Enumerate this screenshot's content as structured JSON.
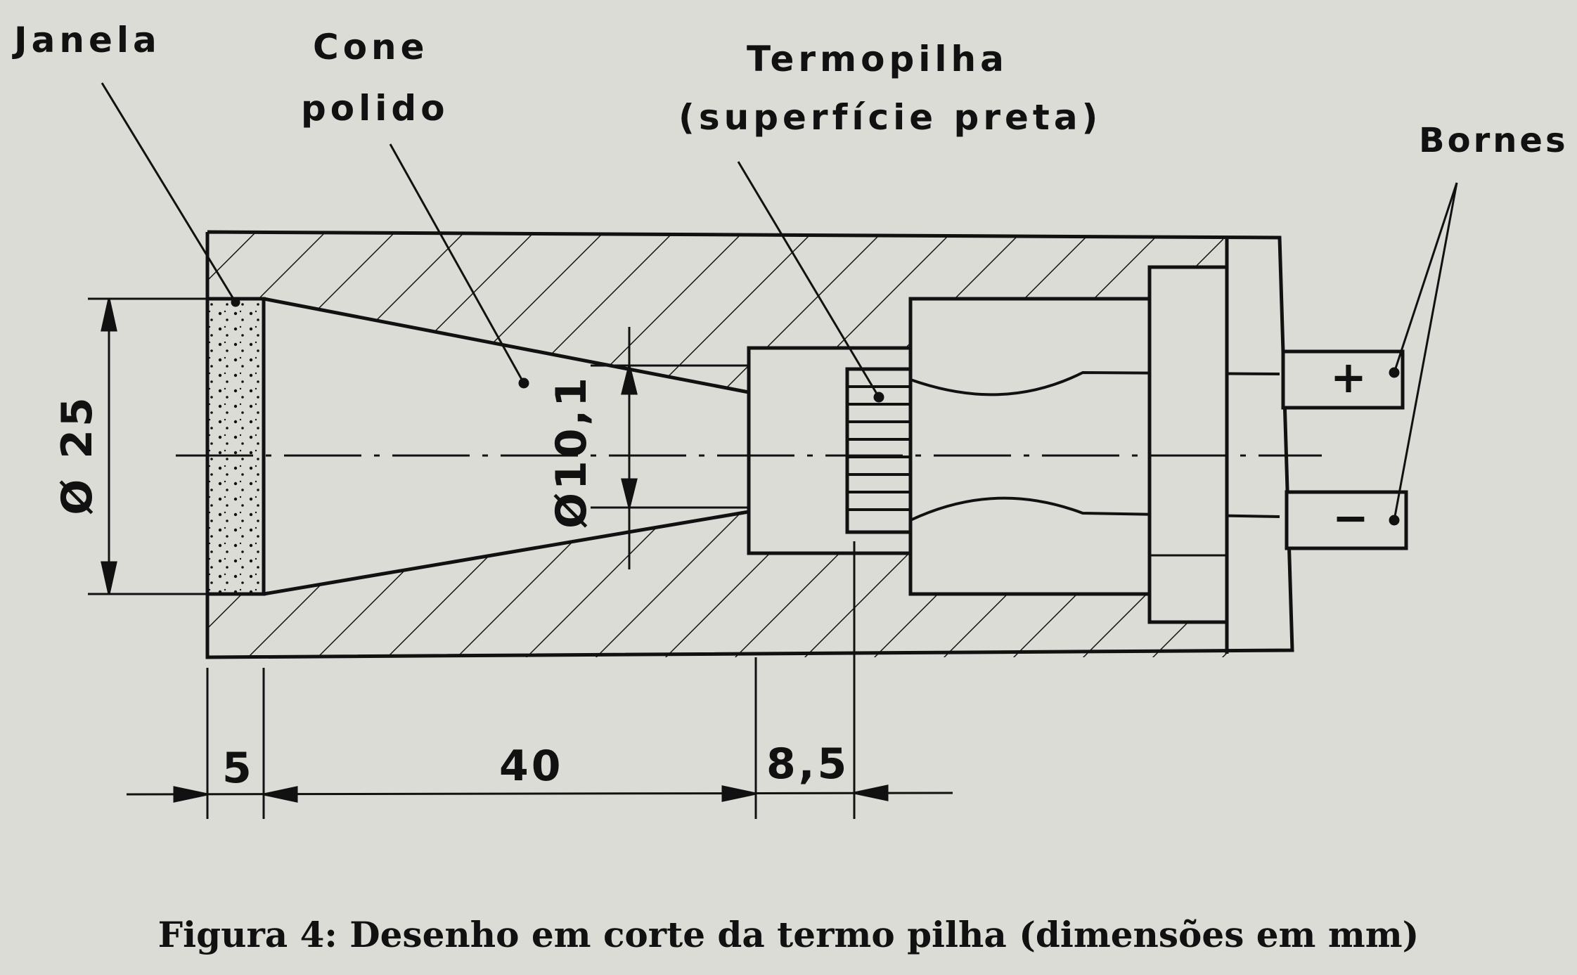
{
  "labels": {
    "janela": "Janela",
    "cone_line1": "Cone",
    "cone_line2": "polido",
    "termopilha_line1": "Termopilha",
    "termopilha_line2": "(superfície preta)",
    "bornes": "Bornes"
  },
  "dimensions": {
    "diameter_outer": "Ø 25",
    "diameter_inner": "Ø10,1",
    "window_thickness": "5",
    "cone_length": "40",
    "sensor_depth": "8,5"
  },
  "terminals": {
    "positive": "+",
    "negative": "−"
  },
  "caption": "Figura 4: Desenho em corte da termo pilha (dimensões em mm)"
}
